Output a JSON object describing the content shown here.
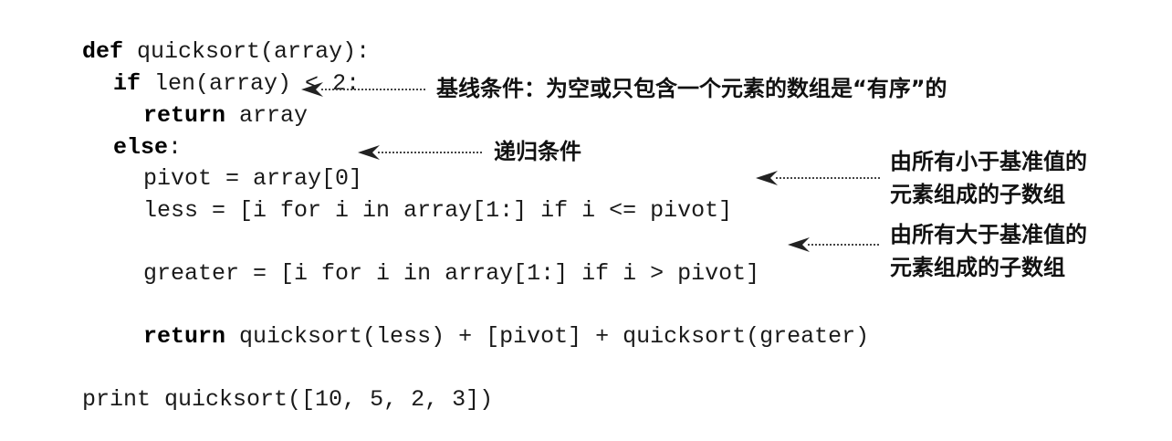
{
  "code": {
    "line1": {
      "kw": "def",
      "rest": " quicksort(array):"
    },
    "line2": {
      "kw": "if",
      "rest": " len(array) < 2:"
    },
    "line3": {
      "kw": "return",
      "rest": " array"
    },
    "line4": {
      "kw": "else",
      "rest": ":"
    },
    "line5": {
      "text": "pivot = array[0]"
    },
    "line6": {
      "text": "less = [i for i in array[1:] if i <= pivot]"
    },
    "line7": {
      "text": "greater = [i for i in array[1:] if i > pivot]"
    },
    "line8": {
      "kw": "return",
      "rest": " quicksort(less) + [pivot] + quicksort(greater)"
    },
    "line9": {
      "text": "print quicksort([10, 5, 2, 3])"
    }
  },
  "annotations": {
    "base_case": "基线条件：为空或只包含一个元素的数组是“有序”的",
    "recursive_case": "递归条件",
    "less_line1": "由所有小于基准值的",
    "less_line2": "元素组成的子数组",
    "greater_line1": "由所有大于基准值的",
    "greater_line2": "元素组成的子数组"
  },
  "colors": {
    "text": "#1a1a1a",
    "arrow": "#222222"
  }
}
